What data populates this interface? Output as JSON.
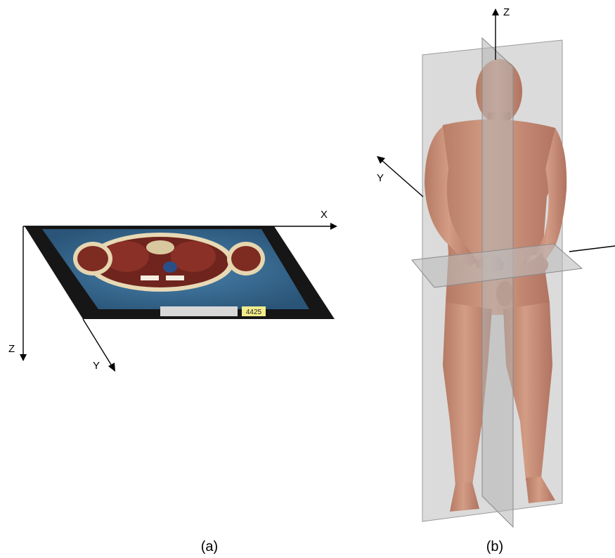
{
  "panel_a": {
    "axes": {
      "x": "X",
      "y": "Y",
      "z": "Z"
    },
    "slice_label": "4425",
    "caption": "(a)"
  },
  "panel_b": {
    "axes": {
      "y": "Y",
      "z": "Z"
    },
    "caption": "(b)"
  },
  "colors": {
    "skin": "#c9917a",
    "plane": "#cfcfcf",
    "slice_bg": "#1a1a1a",
    "slice_blue": "#3a6d96",
    "tissue": "#7a2a22"
  }
}
